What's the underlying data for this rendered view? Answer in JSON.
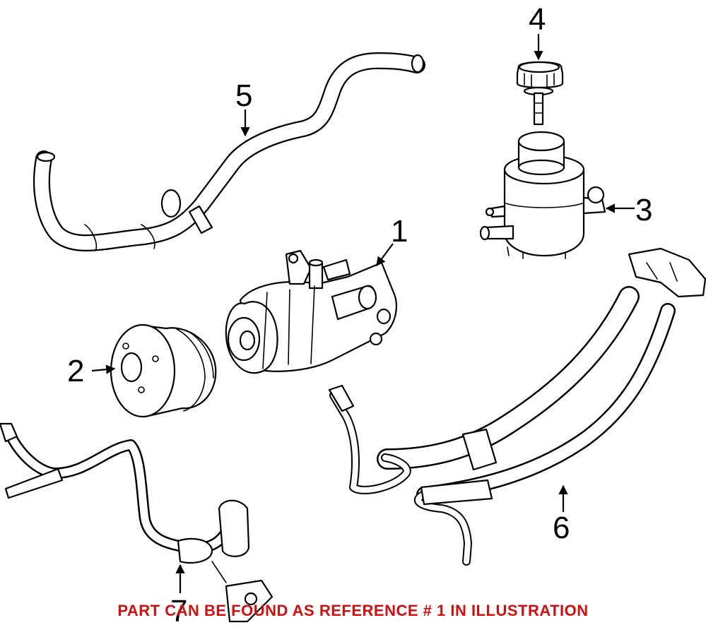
{
  "diagram": {
    "callouts": [
      {
        "id": "1",
        "label": "1"
      },
      {
        "id": "2",
        "label": "2"
      },
      {
        "id": "3",
        "label": "3"
      },
      {
        "id": "4",
        "label": "4"
      },
      {
        "id": "5",
        "label": "5"
      },
      {
        "id": "6",
        "label": "6"
      },
      {
        "id": "7",
        "label": "7"
      }
    ]
  },
  "footer": {
    "text": "PART CAN BE FOUND AS REFERENCE # 1 IN ILLUSTRATION",
    "color": "#d01010"
  }
}
